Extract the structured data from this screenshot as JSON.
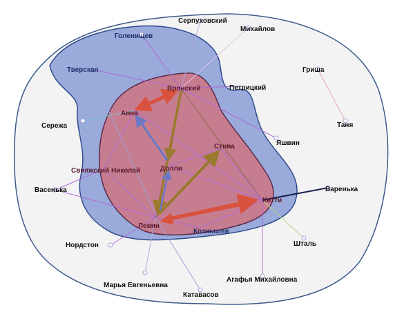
{
  "nodes": {
    "serpukhovsky": "Серпуховский",
    "mikhailov": "Михайлов",
    "golenishchev": "Голенищев",
    "tverskaya": "Тверская",
    "vronsky": "Вронский",
    "petritsky": "Петрицкий",
    "grisha": "Гриша",
    "anna": "Анна",
    "seryozha": "Сережа",
    "tanya": "Таня",
    "yashvin": "Яшвин",
    "stiva": "Стива",
    "sviyazhsky": "Свияжский Николай",
    "dolly": "Долли",
    "vasenka": "Васенька",
    "varenka": "Варенька",
    "kitty": "Китти",
    "levin": "Левин",
    "koznyshev": "Кознышев",
    "nordston": "Нордстон",
    "shtal": "Шталь",
    "marya": "Марья Евгеньевна",
    "agafya": "Агафья Михайловна",
    "katavasov": "Катавасов"
  },
  "colors": {
    "outer_fill": "#f3f3f3",
    "outer_stroke": "#3c5a8a",
    "middle_fill": "#8fa2d8",
    "middle_stroke": "#2f4c8c",
    "inner_fill": "#c97a8c",
    "inner_stroke": "#5b2a46",
    "arrow_red": "#d9523e",
    "arrow_olive": "#9a7a2e",
    "arrow_blue": "#6b79c2",
    "edge_purple": "#b06ad6"
  }
}
